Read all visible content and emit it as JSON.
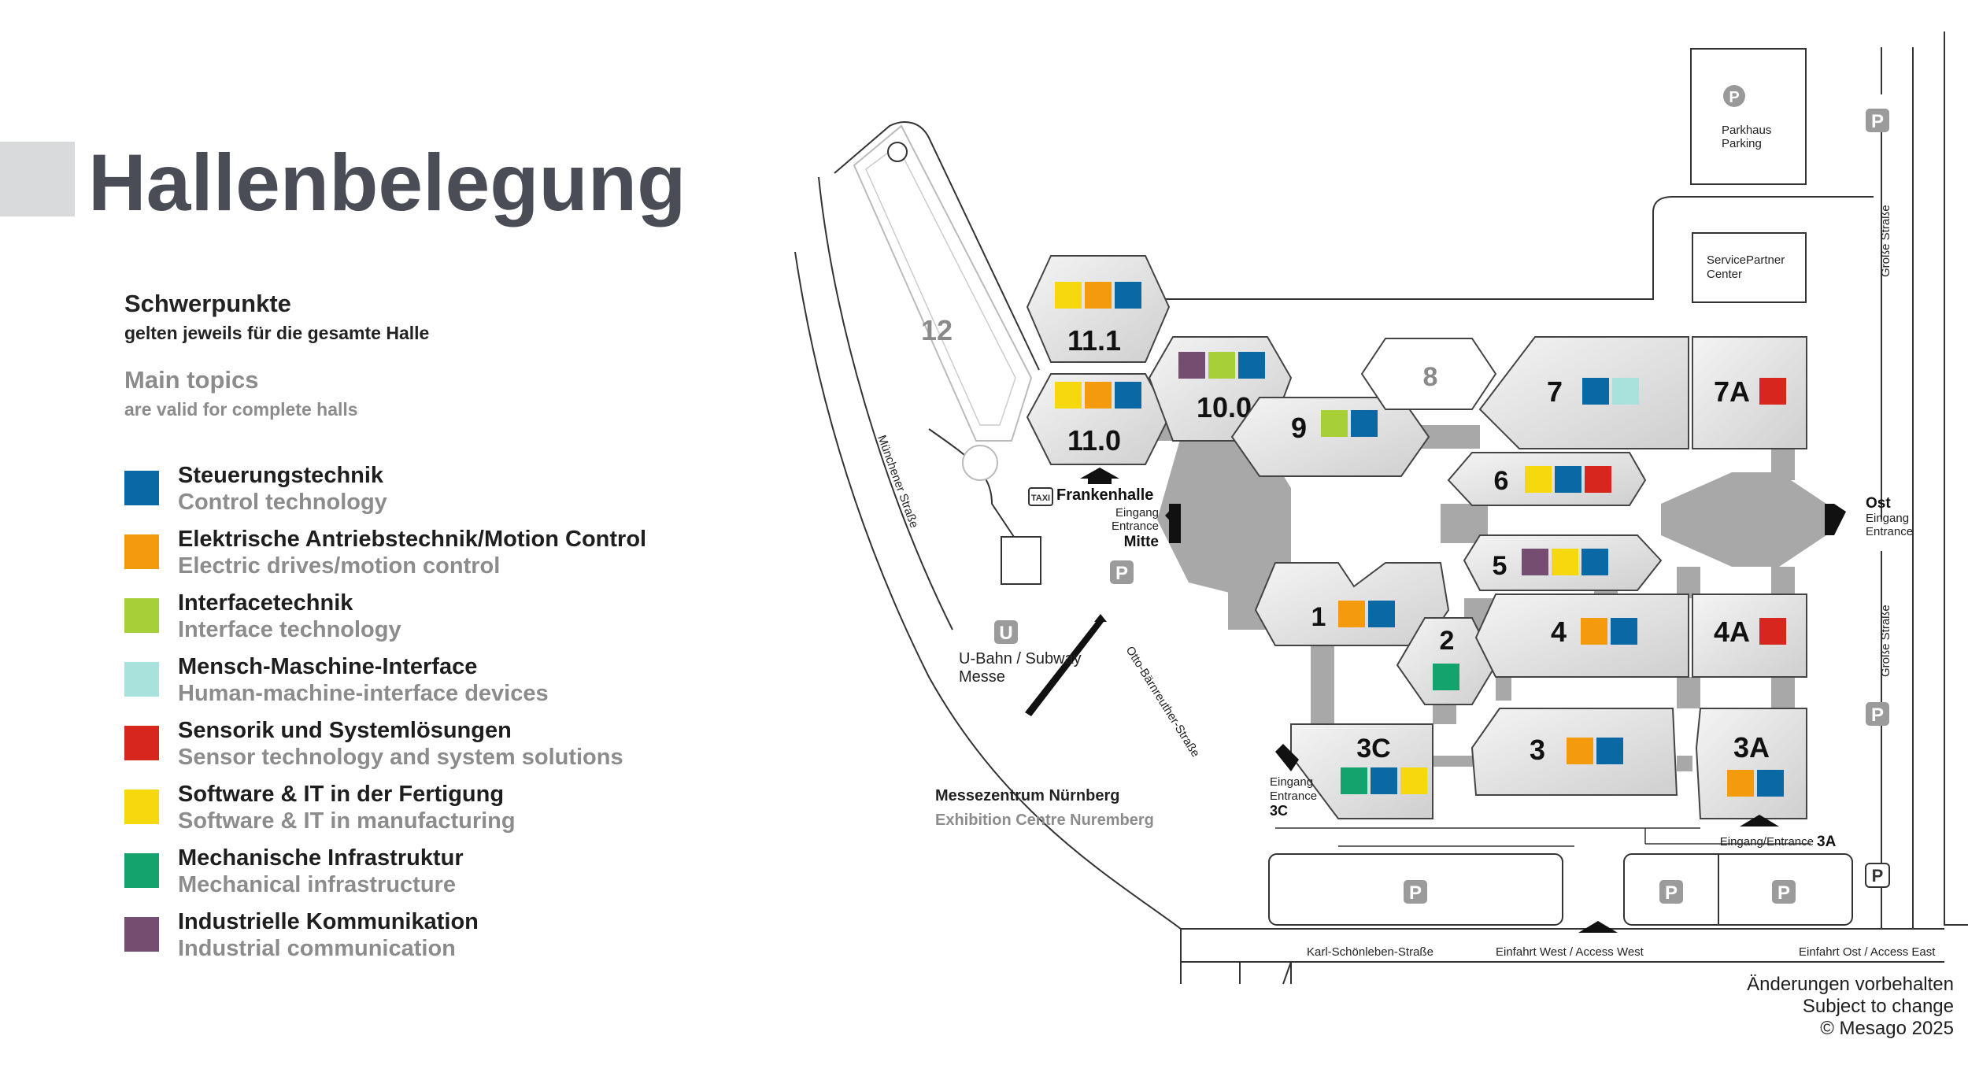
{
  "page": {
    "title": "Hallenbelegung"
  },
  "section_de": {
    "heading": "Schwerpunkte",
    "subheading": "gelten jeweils für die gesamte Halle"
  },
  "section_en": {
    "heading": "Main topics",
    "subheading": "are valid for complete halls"
  },
  "legend": [
    {
      "de": "Steuerungstechnik",
      "en": "Control technology",
      "color": "#0a69a4"
    },
    {
      "de": "Elektrische Antriebstechnik/Motion Control",
      "en": "Electric drives/motion control",
      "color": "#f49a0d"
    },
    {
      "de": "Interfacetechnik",
      "en": "Interface technology",
      "color": "#a6cf38"
    },
    {
      "de": "Mensch-Maschine-Interface",
      "en": "Human-machine-interface devices",
      "color": "#a9e2dd"
    },
    {
      "de": "Sensorik und Systemlösungen",
      "en": "Sensor technology and system solutions",
      "color": "#d7261e"
    },
    {
      "de": "Software & IT in der Fertigung",
      "en": "Software & IT in manufacturing",
      "color": "#f6d80e"
    },
    {
      "de": "Mechanische Infrastruktur",
      "en": "Mechanical infrastructure",
      "color": "#14a36c"
    },
    {
      "de": "Industrielle Kommunikation",
      "en": "Industrial communication",
      "color": "#744d70"
    }
  ],
  "map": {
    "halls": [
      {
        "id": "11.1",
        "label": "11.1",
        "topics": [
          "Software & IT in der Fertigung",
          "Elektrische Antriebstechnik/Motion Control",
          "Steuerungstechnik"
        ]
      },
      {
        "id": "11.0",
        "label": "11.0",
        "topics": [
          "Software & IT in der Fertigung",
          "Elektrische Antriebstechnik/Motion Control",
          "Steuerungstechnik"
        ]
      },
      {
        "id": "12",
        "label": "12",
        "topics": []
      },
      {
        "id": "10.0",
        "label": "10.0",
        "topics": [
          "Industrielle Kommunikation",
          "Interfacetechnik",
          "Steuerungstechnik"
        ]
      },
      {
        "id": "9",
        "label": "9",
        "topics": [
          "Interfacetechnik",
          "Steuerungstechnik"
        ]
      },
      {
        "id": "8",
        "label": "8",
        "topics": []
      },
      {
        "id": "7",
        "label": "7",
        "topics": [
          "Steuerungstechnik",
          "Mensch-Maschine-Interface"
        ]
      },
      {
        "id": "7A",
        "label": "7A",
        "topics": [
          "Sensorik und Systemlösungen"
        ]
      },
      {
        "id": "6",
        "label": "6",
        "topics": [
          "Software & IT in der Fertigung",
          "Steuerungstechnik",
          "Sensorik und Systemlösungen"
        ]
      },
      {
        "id": "5",
        "label": "5",
        "topics": [
          "Industrielle Kommunikation",
          "Software & IT in der Fertigung",
          "Steuerungstechnik"
        ]
      },
      {
        "id": "1",
        "label": "1",
        "topics": [
          "Elektrische Antriebstechnik/Motion Control",
          "Steuerungstechnik"
        ]
      },
      {
        "id": "2",
        "label": "2",
        "topics": [
          "Mechanische Infrastruktur"
        ]
      },
      {
        "id": "4",
        "label": "4",
        "topics": [
          "Elektrische Antriebstechnik/Motion Control",
          "Steuerungstechnik"
        ]
      },
      {
        "id": "4A",
        "label": "4A",
        "topics": [
          "Sensorik und Systemlösungen"
        ]
      },
      {
        "id": "3C",
        "label": "3C",
        "topics": [
          "Mechanische Infrastruktur",
          "Steuerungstechnik",
          "Software & IT in der Fertigung"
        ]
      },
      {
        "id": "3",
        "label": "3",
        "topics": [
          "Elektrische Antriebstechnik/Motion Control",
          "Steuerungstechnik"
        ]
      },
      {
        "id": "3A",
        "label": "3A",
        "topics": [
          "Elektrische Antriebstechnik/Motion Control",
          "Steuerungstechnik"
        ]
      }
    ],
    "labels": {
      "parkhaus": "Parkhaus",
      "parking": "Parking",
      "servicepartner": "ServicePartner",
      "center": "Center",
      "grosse_strasse": "Große Straße",
      "muenchener_strasse": "Münchener Straße",
      "otto_strasse": "Otto-Bärnreuther-Straße",
      "frankenhalle": "Frankenhalle",
      "taxi": "TAXI",
      "eingang": "Eingang",
      "entrance": "Entrance",
      "mitte": "Mitte",
      "ost": "Ost",
      "ubahn": "U-Bahn / Subway",
      "messe": "Messe",
      "u_sign": "U",
      "p_sign": "P",
      "eingang_3c": "3C",
      "eingang_3a": "Eingang/Entrance",
      "eingang_3a_num": "3A",
      "messezentrum_de": "Messezentrum Nürnberg",
      "messezentrum_en": "Exhibition Centre Nuremberg",
      "karl_strasse": "Karl-Schönleben-Straße",
      "einfahrt_west": "Einfahrt West / Access West",
      "einfahrt_ost": "Einfahrt Ost / Access East"
    }
  },
  "footer": {
    "line1": "Änderungen vorbehalten",
    "line2": "Subject to change",
    "line3": "© Mesago 2025"
  }
}
